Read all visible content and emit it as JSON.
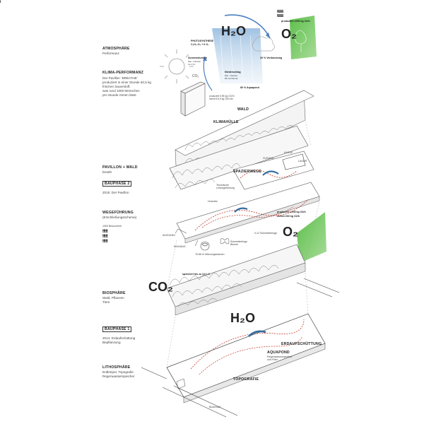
{
  "left_column": {
    "atmosphaere": {
      "title": "ATMOSPHÄRE",
      "subtitle": "Performanz"
    },
    "klima": {
      "title": "KLIMA-PERFORMANZ",
      "lines": [
        "Der Pavillon `BREATHE`",
        "produziert in einer Stunde 62,5 kg",
        "frischen Sauerstoff,",
        "was rund 1000 Menschen",
        "pro Stunde Atmen lässt."
      ]
    },
    "pavillon": {
      "title": "PAVILLON + WALD",
      "subtitle": "breath"
    },
    "bauphase2": {
      "title": "BAUPHASE 2",
      "text": "2015: Der Pavillon"
    },
    "wege": {
      "title": "WEGEFÜHRUNG",
      "subtitle": "(Erschließungsschema)",
      "count_label": "1000 Besucher/h"
    },
    "biosphaere": {
      "title": "BIOSPHÄRE",
      "lines": [
        "Wald, Pflanzen",
        "Tiere"
      ]
    },
    "bauphase1": {
      "title": "BAUPHASE 1",
      "lines": [
        "2014: Erdaufschüttung",
        "Bepflanzung"
      ]
    },
    "lithosphaere": {
      "title": "LITHOSPHÄRE",
      "lines": [
        "Erdkörper, Topografie",
        "Regenwasserspeicher"
      ]
    }
  },
  "top": {
    "h2o": "H₂O",
    "o2": "O₂",
    "produziert_o2": "produziert 2250 kg O2/h",
    "photosynthese_title": "PHOTOSYNTHESE",
    "photosynthese_formula": "C₆H₁₂O₆ + 6 O₂",
    "sonnenstunden": "Sonnenstunden",
    "sonnenstunden_sub": [
      "Mai - Oktober",
      "12,1 h/t"
    ],
    "co2": "CO₂",
    "niederschlag": "Niederschlag",
    "niederschlag_sub": [
      "Mai - Oktober",
      "85 mm/Monat"
    ],
    "verdunstung": "20 % Verdunstung",
    "aquapond_pct": "80 % Aquapond",
    "co2_note": [
      "produziert 5,95 kg CO2/h",
      "nimmt 6,5-9 kg O2/h ein"
    ]
  },
  "layers": {
    "wald": "WALD",
    "klimahuelle": "KLIMAHÜLLE",
    "spazierwege": "SPAZIERWEGE",
    "zugang": "ZUGANG",
    "kasse": "KASSE",
    "lager": "LAGER",
    "technik": [
      "Technische",
      "Leitungsführung"
    ],
    "hochsitz": "Hochsitz",
    "ausgang": "AUSGANG",
    "eingang": "EINGANG"
  },
  "middle": {
    "produziert": "produziert 2250 kg O2/h",
    "nimmt": "nimmt 260 kg O2/h",
    "schmetterlinge": "0,12 Schmetterlinge",
    "schmetterlinge2": [
      "Schmetterlinge",
      "Bienen"
    ],
    "mikroorganismen": "75.86 m Mikroorganismen",
    "o2": "O₂",
    "co2": "CO₂",
    "speichert": "speichert bis zu 3,6 t C"
  },
  "bottom": {
    "h2o": "H₂O",
    "erdaufschuettung": "ERDAUFSCHÜTTUNG",
    "aquapond": "AQUAPOND",
    "aquapond_sub": [
      "Regenwasserspeicher",
      "und Filter"
    ],
    "topografie": "TOPOGRAFIE",
    "boulevard": "Boulevard"
  }
}
